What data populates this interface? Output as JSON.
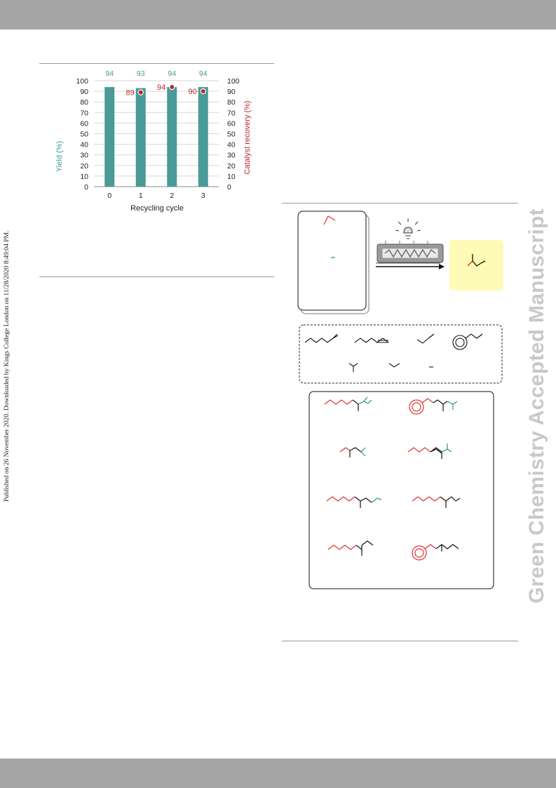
{
  "header": {},
  "side_note": "Published on 26 November 2020. Downloaded by Kings College London on 11/28/2020 8:49:04 PM.",
  "watermark": "Green Chemistry Accepted Manuscript",
  "colors": {
    "bar": "#4a9a98",
    "recovery": "#b72a2a",
    "scheme_red": "#e03030",
    "scheme_teal": "#2a8f8a",
    "product_box": "#fdfbb5",
    "header_bar": "#a6a6a6"
  },
  "chart_data": {
    "type": "bar",
    "categories": [
      "0",
      "1",
      "2",
      "3"
    ],
    "xlabel": "Recycling cycle",
    "ylabel": "Yield (%)",
    "y2label": "Catalyst recovery (%)",
    "ylim": [
      0,
      100
    ],
    "y2lim": [
      0,
      100
    ],
    "yticks": [
      "0",
      "10",
      "20",
      "30",
      "40",
      "50",
      "60",
      "70",
      "80",
      "90",
      "100"
    ],
    "grid": true,
    "series": [
      {
        "name": "Yield (%)",
        "values": [
          94,
          93,
          94,
          94
        ],
        "labels": [
          "94",
          "93",
          "94",
          "94"
        ]
      },
      {
        "name": "Catalyst recovery (%)",
        "values": [
          null,
          89,
          94,
          90
        ],
        "labels": [
          "",
          "89",
          "94",
          "90"
        ]
      }
    ]
  }
}
